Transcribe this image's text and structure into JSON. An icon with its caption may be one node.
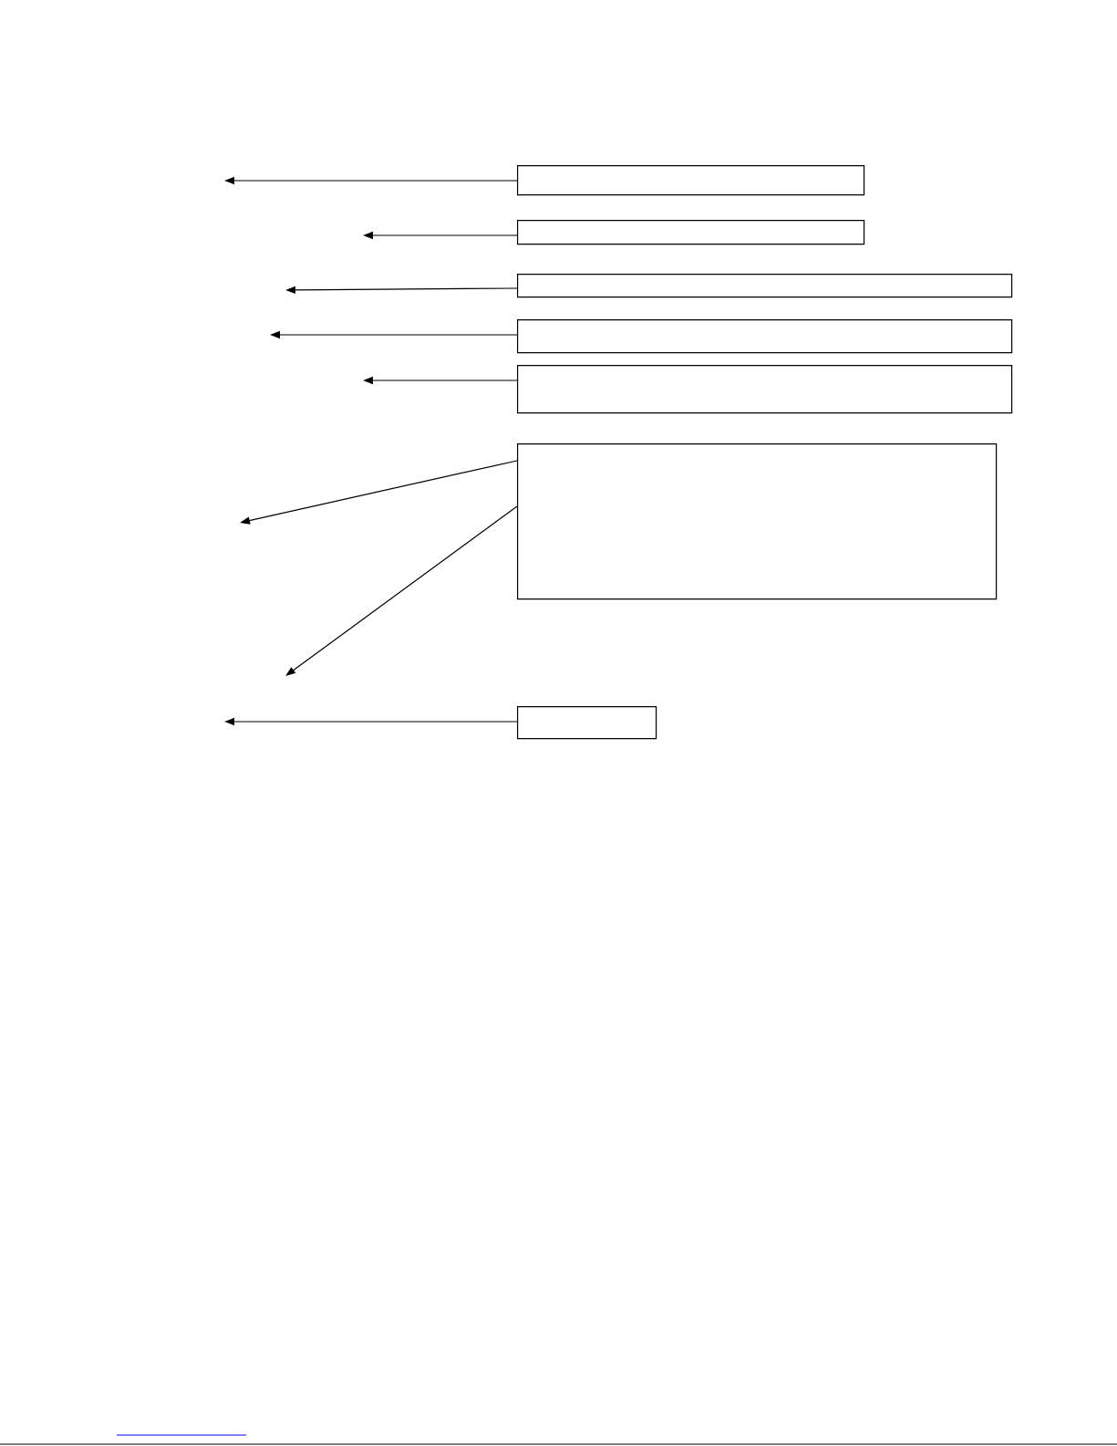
{
  "diagram": {
    "nodes": [
      {
        "text": [],
        "shape": "box"
      },
      {
        "text": [],
        "shape": "box"
      },
      {
        "text": [],
        "shape": "box"
      },
      {
        "text": [],
        "shape": "box"
      },
      {
        "text": [],
        "shape": "box"
      },
      {
        "text": [],
        "shape": "box"
      },
      {
        "text": [],
        "shape": "box"
      }
    ],
    "edges": [
      {
        "from": 0,
        "to": null,
        "arrow": "to"
      },
      {
        "from": 1,
        "to": null,
        "arrow": "to"
      },
      {
        "from": 2,
        "to": null,
        "arrow": "to"
      },
      {
        "from": 3,
        "to": null,
        "arrow": "to"
      },
      {
        "from": 4,
        "to": null,
        "arrow": "to"
      },
      {
        "from": 5,
        "to": null,
        "arrow": "to"
      },
      {
        "from": 5,
        "to": null,
        "arrow": "to"
      },
      {
        "from": 6,
        "to": null,
        "arrow": "to"
      }
    ]
  }
}
